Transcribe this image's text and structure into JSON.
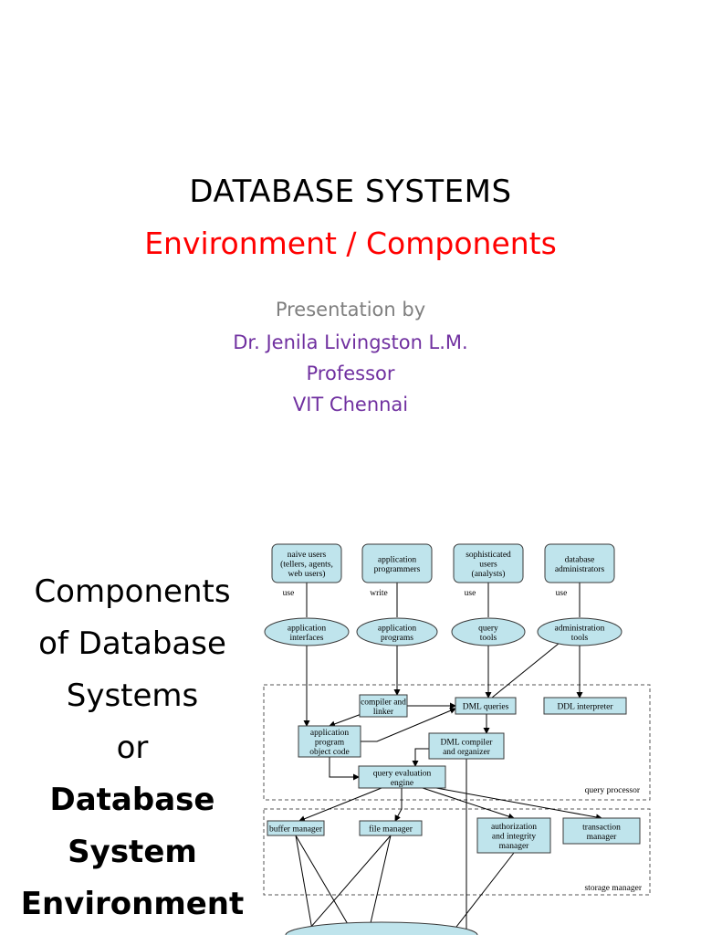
{
  "slide1": {
    "title": "DATABASE SYSTEMS",
    "subtitle": "Environment / Components",
    "presented_by": "Presentation by",
    "author": "Dr. Jenila Livingston L.M.",
    "role": "Professor",
    "institution": "VIT Chennai"
  },
  "slide2": {
    "heading_lines": [
      "Components",
      "of Database",
      "Systems",
      "or"
    ],
    "heading_bold_lines": [
      "Database",
      "System",
      "Environment"
    ]
  },
  "diagram": {
    "users": [
      [
        "naive users",
        "(tellers, agents,",
        "web users)"
      ],
      [
        "application",
        "programmers"
      ],
      [
        "sophisticated",
        "users",
        "(analysts)"
      ],
      [
        "database",
        "administrators"
      ]
    ],
    "edge_labels": [
      "use",
      "write",
      "use",
      "use"
    ],
    "tools": [
      [
        "application",
        "interfaces"
      ],
      [
        "application",
        "programs"
      ],
      [
        "query",
        "tools"
      ],
      [
        "administration",
        "tools"
      ]
    ],
    "qp": {
      "compiler": [
        "compiler and",
        "linker"
      ],
      "dml_queries": "DML queries",
      "ddl_interpreter": "DDL interpreter",
      "app_object_code": [
        "application",
        "program",
        "object code"
      ],
      "dml_compiler": [
        "DML compiler",
        "and organizer"
      ],
      "query_engine": [
        "query evaluation",
        "engine"
      ],
      "label": "query processor"
    },
    "sm": {
      "buffer_manager": "buffer manager",
      "file_manager": "file manager",
      "auth_manager": [
        "authorization",
        "and integrity",
        "manager"
      ],
      "transaction_manager": [
        "transaction",
        "manager"
      ],
      "label": "storage manager"
    },
    "colors": {
      "box_fill": "#bfe4ec",
      "box_stroke": "#3a3a3a"
    }
  }
}
